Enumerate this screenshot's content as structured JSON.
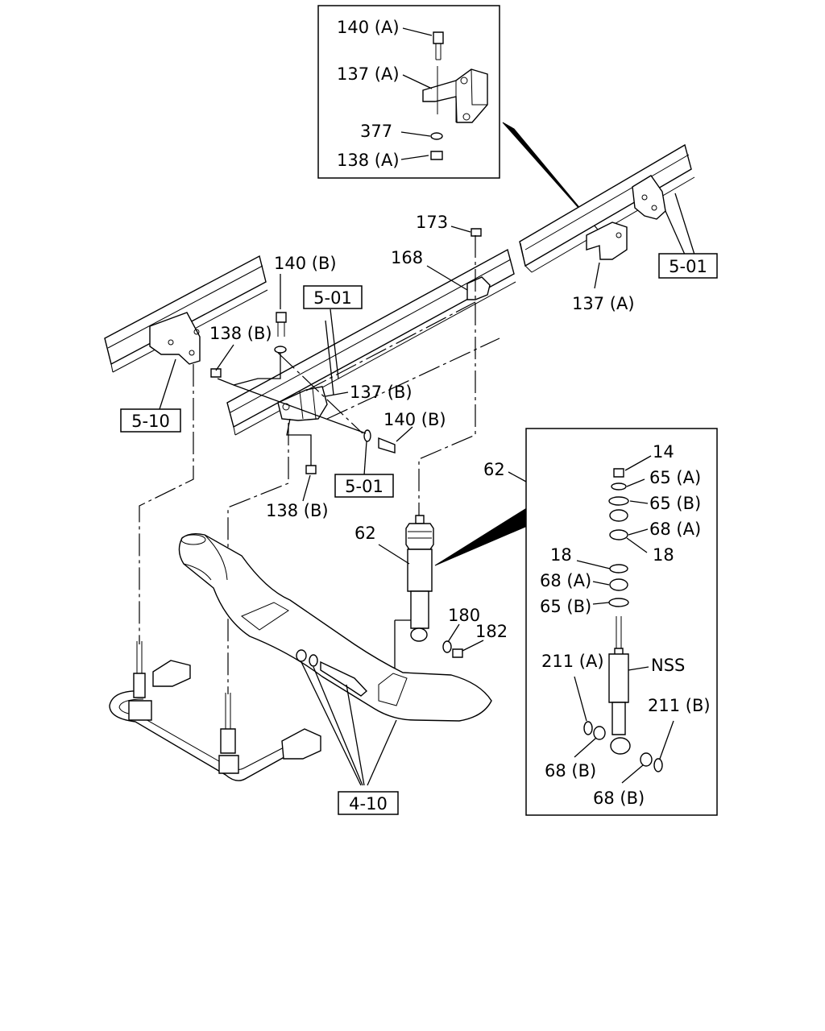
{
  "labels": {
    "l140a_top": "140 (A)",
    "l137a_top": "137 (A)",
    "l377": "377",
    "l138a": "138 (A)",
    "l173": "173",
    "l168": "168",
    "l140b_upper": "140 (B)",
    "l138b_upper": "138 (B)",
    "l137b": "137 (B)",
    "l140b_lower": "140 (B)",
    "l138b_lower": "138 (B)",
    "l137a_right": "137 (A)",
    "l62_left": "62",
    "l180": "180",
    "l182": "182",
    "l62_right": "62",
    "l14": "14",
    "l65a": "65 (A)",
    "l65b_1": "65 (B)",
    "l68a_1": "68 (A)",
    "l18_left": "18",
    "l18_right": "18",
    "l68a_2": "68 (A)",
    "l65b_2": "65 (B)",
    "l211a": "211 (A)",
    "lnss": "NSS",
    "l211b": "211 (B)",
    "l68b_1": "68 (B)",
    "l68b_2": "68 (B)"
  },
  "refs": {
    "r501_top_right": "5-01",
    "r501_upper_left": "5-01",
    "r501_lower": "5-01",
    "r510": "5-10",
    "r410": "4-10"
  }
}
